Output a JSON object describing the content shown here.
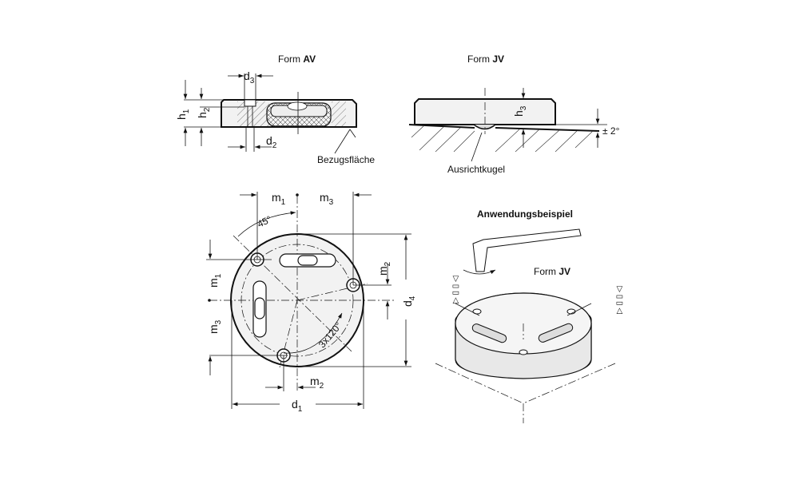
{
  "views": {
    "form_av": {
      "prefix": "Form ",
      "code": "AV"
    },
    "form_jv": {
      "prefix": "Form ",
      "code": "JV"
    },
    "form_jv_example": {
      "prefix": "Form ",
      "code": "JV"
    },
    "application_title": "Anwendungsbeispiel"
  },
  "annotations": {
    "reference_surface": "Bezugsfläche",
    "alignment_ball": "Ausrichtkugel",
    "tilt_angle": "± 2°",
    "angle_45": "45°",
    "angle_3x120": "3x120°"
  },
  "dimensions": {
    "d1": {
      "base": "d",
      "sub": "1"
    },
    "d2": {
      "base": "d",
      "sub": "2"
    },
    "d3": {
      "base": "d",
      "sub": "3"
    },
    "d4": {
      "base": "d",
      "sub": "4"
    },
    "h1": {
      "base": "h",
      "sub": "1"
    },
    "h2": {
      "base": "h",
      "sub": "2"
    },
    "h3": {
      "base": "h",
      "sub": "3"
    },
    "m1": {
      "base": "m",
      "sub": "1"
    },
    "m2": {
      "base": "m",
      "sub": "2"
    },
    "m3": {
      "base": "m",
      "sub": "3"
    }
  },
  "colors": {
    "line": "#111111",
    "fill": "#f2f2f2"
  }
}
